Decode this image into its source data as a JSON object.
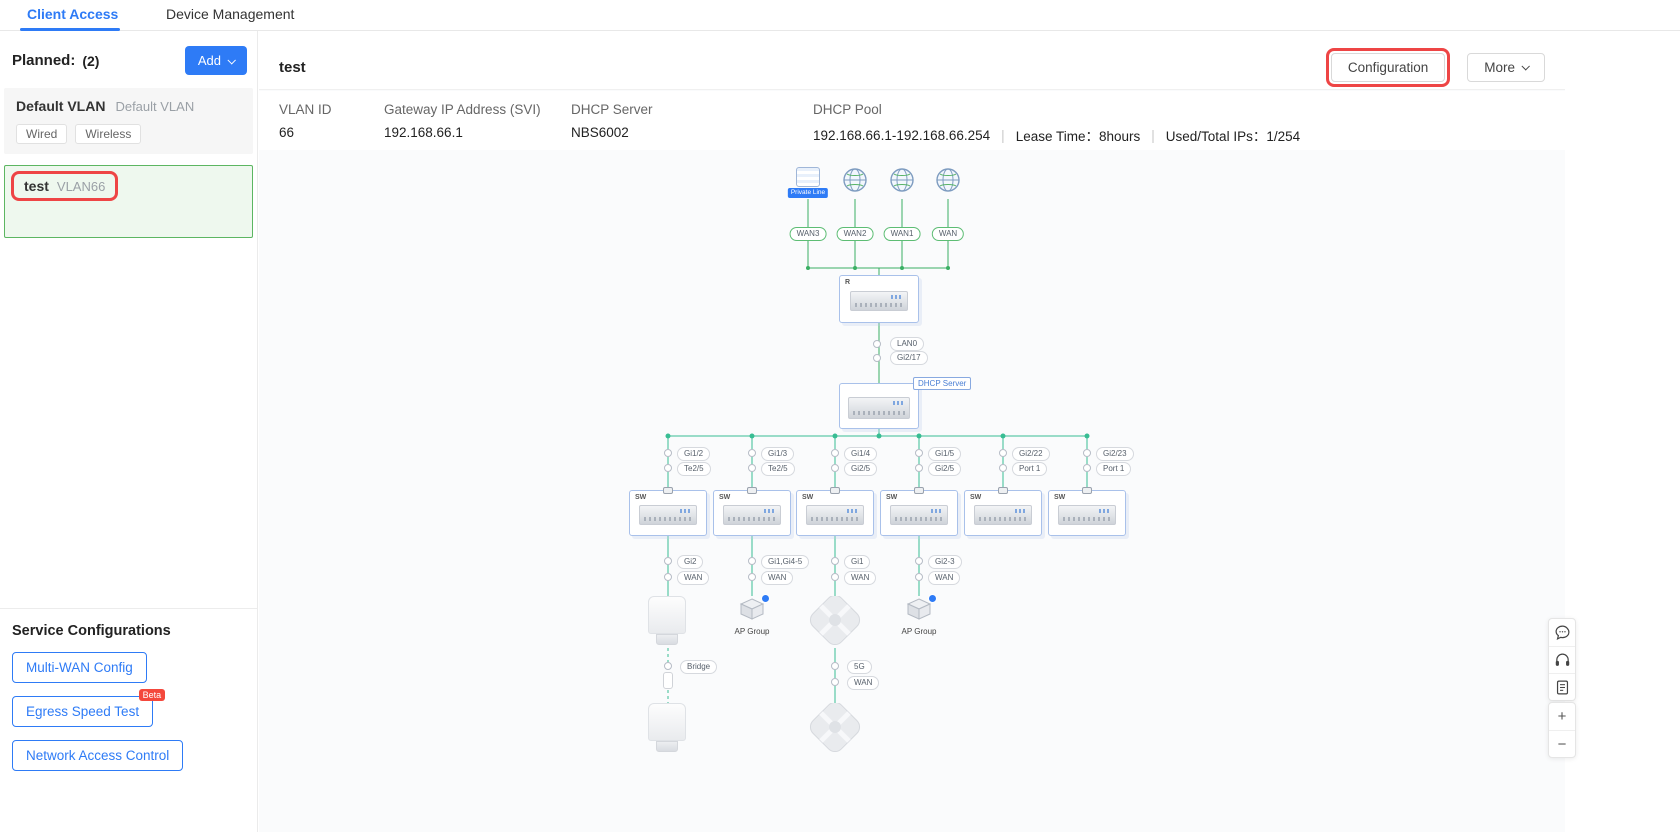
{
  "tabs": {
    "client_access": "Client Access",
    "device_management": "Device Management"
  },
  "sidebar": {
    "planned_label": "Planned:",
    "planned_count": "(2)",
    "add_label": "Add",
    "default_vlan": {
      "name": "Default VLAN",
      "desc": "Default VLAN",
      "tags": [
        "Wired",
        "Wireless"
      ]
    },
    "test_vlan": {
      "name": "test",
      "desc": "VLAN66"
    },
    "service_title": "Service Configurations",
    "service_buttons": [
      {
        "label": "Multi-WAN Config",
        "badge": ""
      },
      {
        "label": "Egress Speed Test",
        "badge": "Beta"
      },
      {
        "label": "Network Access Control",
        "badge": ""
      }
    ]
  },
  "header": {
    "title": "test",
    "configuration": "Configuration",
    "more": "More"
  },
  "info": {
    "vlan_id_label": "VLAN ID",
    "vlan_id": "66",
    "gateway_label": "Gateway IP Address (SVI)",
    "gateway": "192.168.66.1",
    "dhcp_server_label": "DHCP Server",
    "dhcp_server": "NBS6002",
    "dhcp_pool_label": "DHCP Pool",
    "dhcp_pool": "192.168.66.1-192.168.66.254",
    "separator": "|",
    "lease_time": "Lease Time：8hours",
    "used_total": "Used/Total IPs：1/254"
  },
  "topology": {
    "private_line": "Private Line",
    "wan_labels": [
      "WAN3",
      "WAN2",
      "WAN1",
      "WAN"
    ],
    "router_label": "R",
    "uplink": {
      "top": "LAN0",
      "bottom": "Gi2/17"
    },
    "dhcp_tag": "DHCP Server",
    "switch_label": "SW",
    "switch_links": [
      {
        "top": "Gi1/2",
        "bottom": "Te2/5"
      },
      {
        "top": "Gi1/3",
        "bottom": "Te2/5"
      },
      {
        "top": "Gi1/4",
        "bottom": "Gi2/5"
      },
      {
        "top": "Gi1/5",
        "bottom": "Gi2/5"
      },
      {
        "top": "Gi2/22",
        "bottom": "Port 1"
      },
      {
        "top": "Gi2/23",
        "bottom": "Port 1"
      }
    ],
    "ap_links": [
      {
        "top": "Gi2",
        "bottom": "WAN"
      },
      {
        "top": "Gi1,Gi4-5",
        "bottom": "WAN"
      },
      {
        "top": "Gi1",
        "bottom": "WAN"
      },
      {
        "top": "Gi2-3",
        "bottom": "WAN"
      }
    ],
    "bridge_label": "Bridge",
    "wireless": {
      "top": "5G",
      "bottom": "WAN"
    },
    "ap_group_label": "AP Group"
  },
  "float_tools": {
    "zoom_in": "+",
    "zoom_out": "−"
  }
}
